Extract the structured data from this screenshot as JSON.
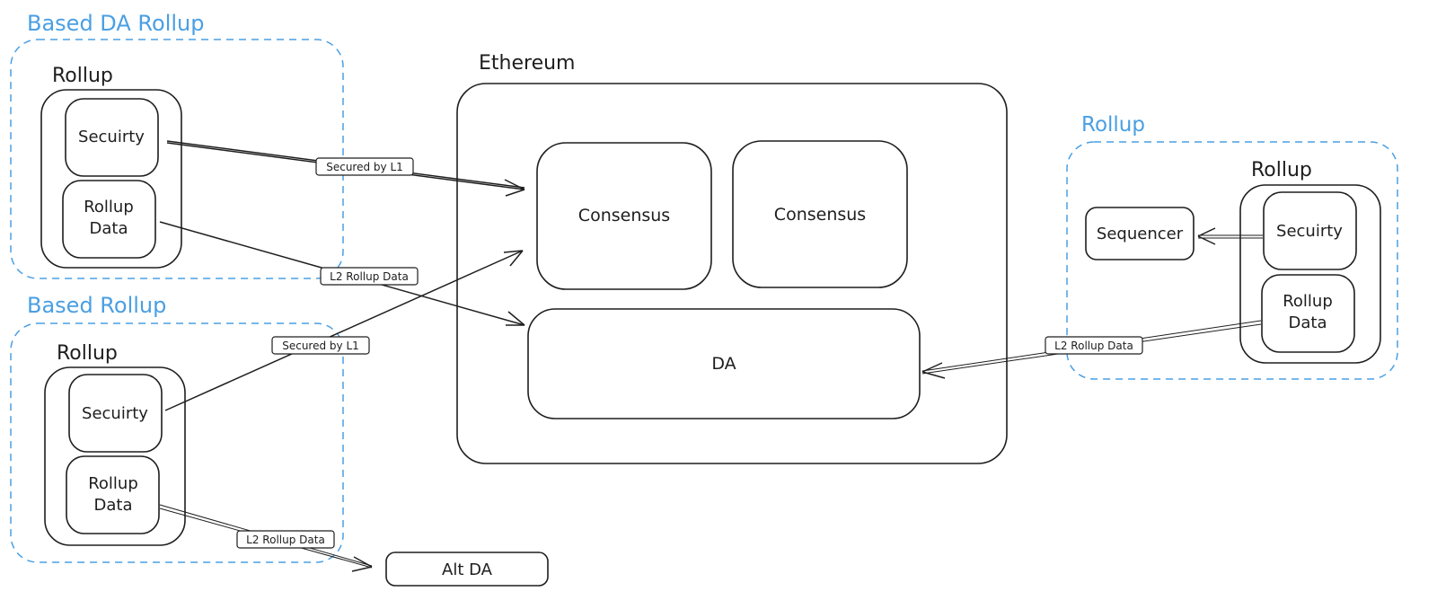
{
  "groups": {
    "based_da_rollup": "Based DA Rollup",
    "based_rollup": "Based Rollup",
    "right_rollup": "Rollup"
  },
  "ethereum": {
    "title": "Ethereum",
    "consensus_1": "Consensus",
    "consensus_2": "Consensus",
    "da": "DA"
  },
  "based_da_rollup": {
    "title": "Rollup",
    "security": "Secuirty",
    "data_line1": "Rollup",
    "data_line2": "Data"
  },
  "based_rollup": {
    "title": "Rollup",
    "security": "Secuirty",
    "data_line1": "Rollup",
    "data_line2": "Data"
  },
  "right_rollup": {
    "title": "Rollup",
    "security": "Secuirty",
    "data_line1": "Rollup",
    "data_line2": "Data",
    "sequencer": "Sequencer"
  },
  "alt_da": "Alt DA",
  "edges": {
    "secured_by_l1_top": "Secured by L1",
    "l2_rollup_data_top": "L2 Rollup Data",
    "secured_by_l1_mid": "Secured by L1",
    "l2_rollup_data_bottom": "L2 Rollup Data",
    "l2_rollup_data_right": "L2 Rollup Data"
  }
}
